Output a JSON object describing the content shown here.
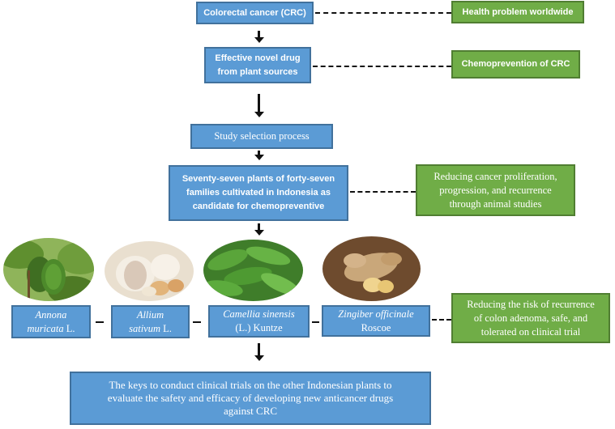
{
  "flow": {
    "crc": "Colorectal cancer (CRC)",
    "drug_line1": "Effective novel drug",
    "drug_line2": "from plant sources",
    "selection": "Study selection process",
    "plants_line1": "Seventy-seven plants of forty-seven",
    "plants_line2": "families cultivated in Indonesia as",
    "plants_line3": "candidate for chemopreventive",
    "keys_line1": "The keys to conduct clinical trials on the other Indonesian plants to",
    "keys_line2": "evaluate the safety and efficacy of developing new anticancer drugs",
    "keys_line3": "against CRC"
  },
  "side": {
    "health": "Health problem worldwide",
    "chemo": "Chemoprevention of CRC",
    "reduce1_line1": "Reducing cancer proliferation,",
    "reduce1_line2": "progression, and recurrence",
    "reduce1_line3": "through animal studies",
    "reduce2_line1": "Reducing the risk of recurrence",
    "reduce2_line2": "of colon adenoma, safe, and",
    "reduce2_line3": "tolerated on clinical trial"
  },
  "plants": [
    {
      "genus_line": "Annona",
      "species": "muricata",
      "author": "L.",
      "image": "soursop-photo"
    },
    {
      "genus_line": "Allium",
      "species": "sativum",
      "author": "L.",
      "image": "garlic-photo"
    },
    {
      "name": "Camellia sinensis",
      "author": "(L.) Kuntze",
      "image": "tea-leaves-photo"
    },
    {
      "name": "Zingiber officinale",
      "author": "Roscoe",
      "image": "ginger-photo"
    }
  ],
  "colors": {
    "blue_fill": "#5b9bd5",
    "blue_border": "#41719c",
    "green_fill": "#70ad47",
    "green_border": "#507e32",
    "connector": "#111111"
  }
}
